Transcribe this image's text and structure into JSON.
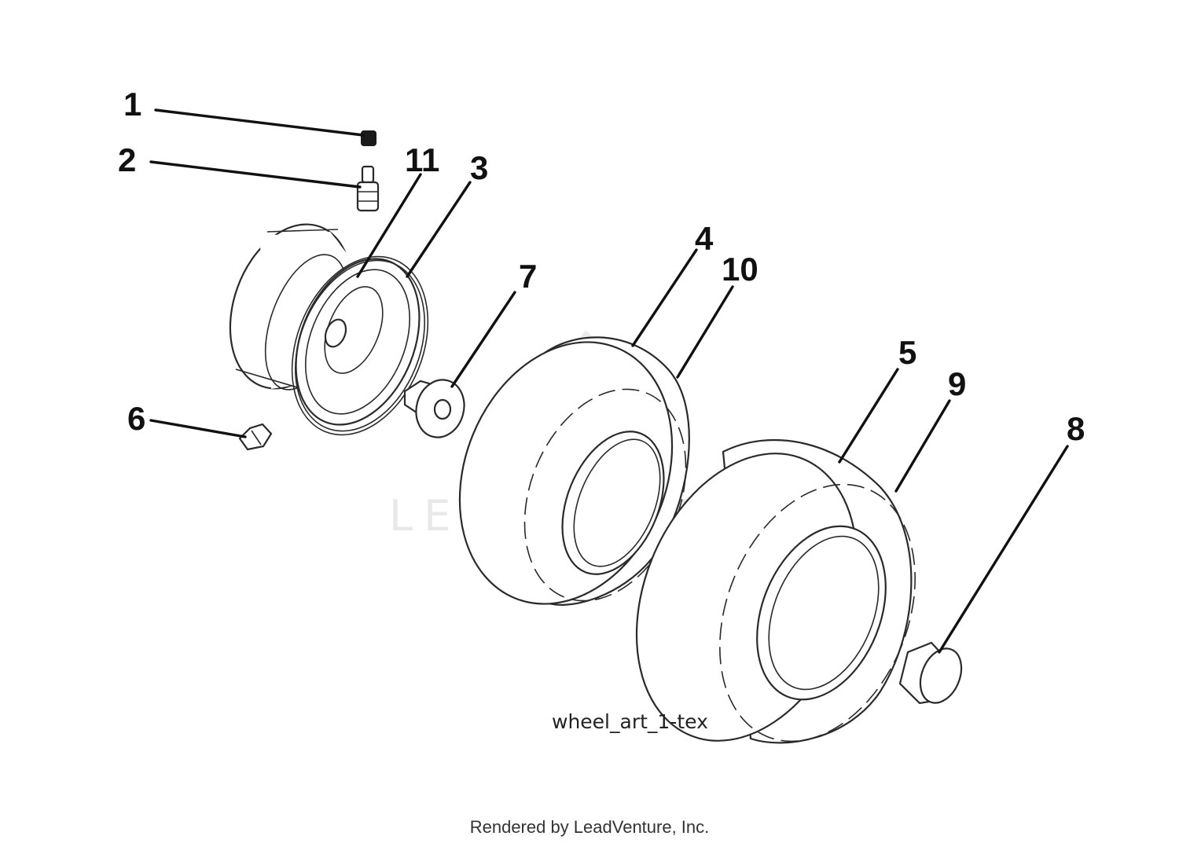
{
  "diagram": {
    "callouts": {
      "c1": "1",
      "c2": "2",
      "c3": "3",
      "c4": "4",
      "c5": "5",
      "c6": "6",
      "c7": "7",
      "c8": "8",
      "c9": "9",
      "c10": "10",
      "c11": "11"
    },
    "drawing_id": "wheel_art_1-tex",
    "credit": "Rendered by LeadVenture, Inc.",
    "watermark_text": "LEADVENTURE"
  },
  "colors": {
    "line": "#2a2a2a",
    "watermark": "#e8e8e8",
    "background": "#ffffff"
  }
}
